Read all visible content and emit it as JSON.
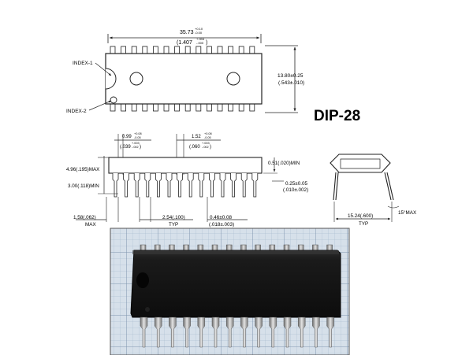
{
  "title": "DIP-28",
  "top_view": {
    "length_main": "35.73",
    "length_tol_plus": "+0.10",
    "length_tol_minus": "-0.00",
    "length_in_main": "(1.407",
    "length_in_tol_plus": "+.004",
    "length_in_tol_minus": "-.000",
    "length_in_close": ")",
    "index1": "INDEX-1",
    "index2": "INDEX-2",
    "width_mm": "13.80±0.25",
    "width_in": "(.543±.010)"
  },
  "side_view": {
    "lead_width": "0.99",
    "lead_width_tol_plus": "+0.08",
    "lead_width_tol_minus": "-0.05",
    "lead_width_in": "(.039",
    "lead_width_in_tol": "+.003",
    "lead_width_in_tol_minus": "-.002",
    "lead_width_in_close": ")",
    "shoulder": "1.52",
    "shoulder_tol_plus": "+0.08",
    "shoulder_tol_minus": "-0.05",
    "shoulder_in": "(.060",
    "shoulder_in_tol": "+.003",
    "shoulder_in_tol_minus": "-.002",
    "shoulder_in_close": ")",
    "height_max": "4.96(.195)MAX",
    "seat_min": "3.00(.118)MIN",
    "standoff_min": "0.51(.020)MIN",
    "thickness": "0.25±0.05",
    "thickness_in": "(.010±.002)",
    "end_max_value": "1.58(.062)",
    "end_max_label": "MAX",
    "pitch_value": "2.54(.100)",
    "pitch_label": "TYP",
    "lead_dia_value": "0.46±0.08",
    "lead_dia_in": "(.018±.003)"
  },
  "end_view": {
    "row_spacing": "15.24(.600)",
    "row_spacing_label": "TYP",
    "angle": "15°MAX"
  }
}
